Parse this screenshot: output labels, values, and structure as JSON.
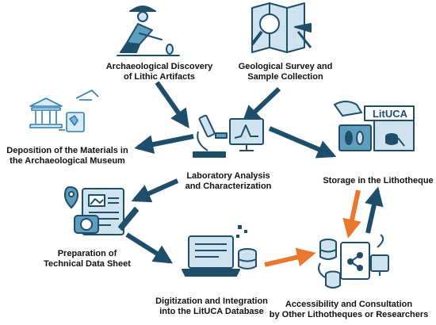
{
  "colors": {
    "navy": "#1f4e6b",
    "light": "#cfe3ee",
    "mid": "#5f9dbd",
    "arrow_dark": "#1f4e6b",
    "arrow_orange": "#e9782f"
  },
  "nodes": {
    "discovery": {
      "line1": "Archaeological Discovery",
      "line2": "of Lithic Artifacts",
      "icon": "archaeologist-digging-icon"
    },
    "survey": {
      "line1": "Geological Survey and",
      "line2": "Sample Collection",
      "icon": "map-hammer-magnifier-icon"
    },
    "museum": {
      "line1": "Deposition of the Materials in",
      "line2": "the Archaeological Museum",
      "icon": "museum-icon"
    },
    "lab": {
      "line1": "Laboratory Analysis",
      "line2": "and Characterization",
      "icon": "microscope-monitor-icon"
    },
    "storage": {
      "line1": "Storage in the Lithotheque",
      "badge": "LitUCA",
      "icon": "storage-cabinet-icon"
    },
    "datasheet": {
      "line1": "Preparation of",
      "line2": "Technical Data Sheet",
      "icon": "document-camera-icon"
    },
    "digitization": {
      "line1": "Digitization and Integration",
      "line2": "into the LitUCA Database",
      "icon": "laptop-database-icon"
    },
    "access": {
      "line1": "Accessibility and Consultation",
      "line2": "by Other Lithotheques or Researchers",
      "icon": "database-share-icon"
    }
  },
  "edges": [
    {
      "from": "discovery",
      "to": "lab",
      "style": "dark"
    },
    {
      "from": "survey",
      "to": "lab",
      "style": "dark"
    },
    {
      "from": "lab",
      "to": "museum",
      "style": "dark"
    },
    {
      "from": "lab",
      "to": "storage",
      "style": "dark"
    },
    {
      "from": "lab",
      "to": "datasheet",
      "style": "dark"
    },
    {
      "from": "datasheet",
      "to": "digitization",
      "style": "dark"
    },
    {
      "from": "digitization",
      "to": "access",
      "style": "orange"
    },
    {
      "from": "storage",
      "to": "access",
      "style": "orange"
    },
    {
      "from": "access",
      "to": "storage",
      "style": "dark"
    }
  ]
}
